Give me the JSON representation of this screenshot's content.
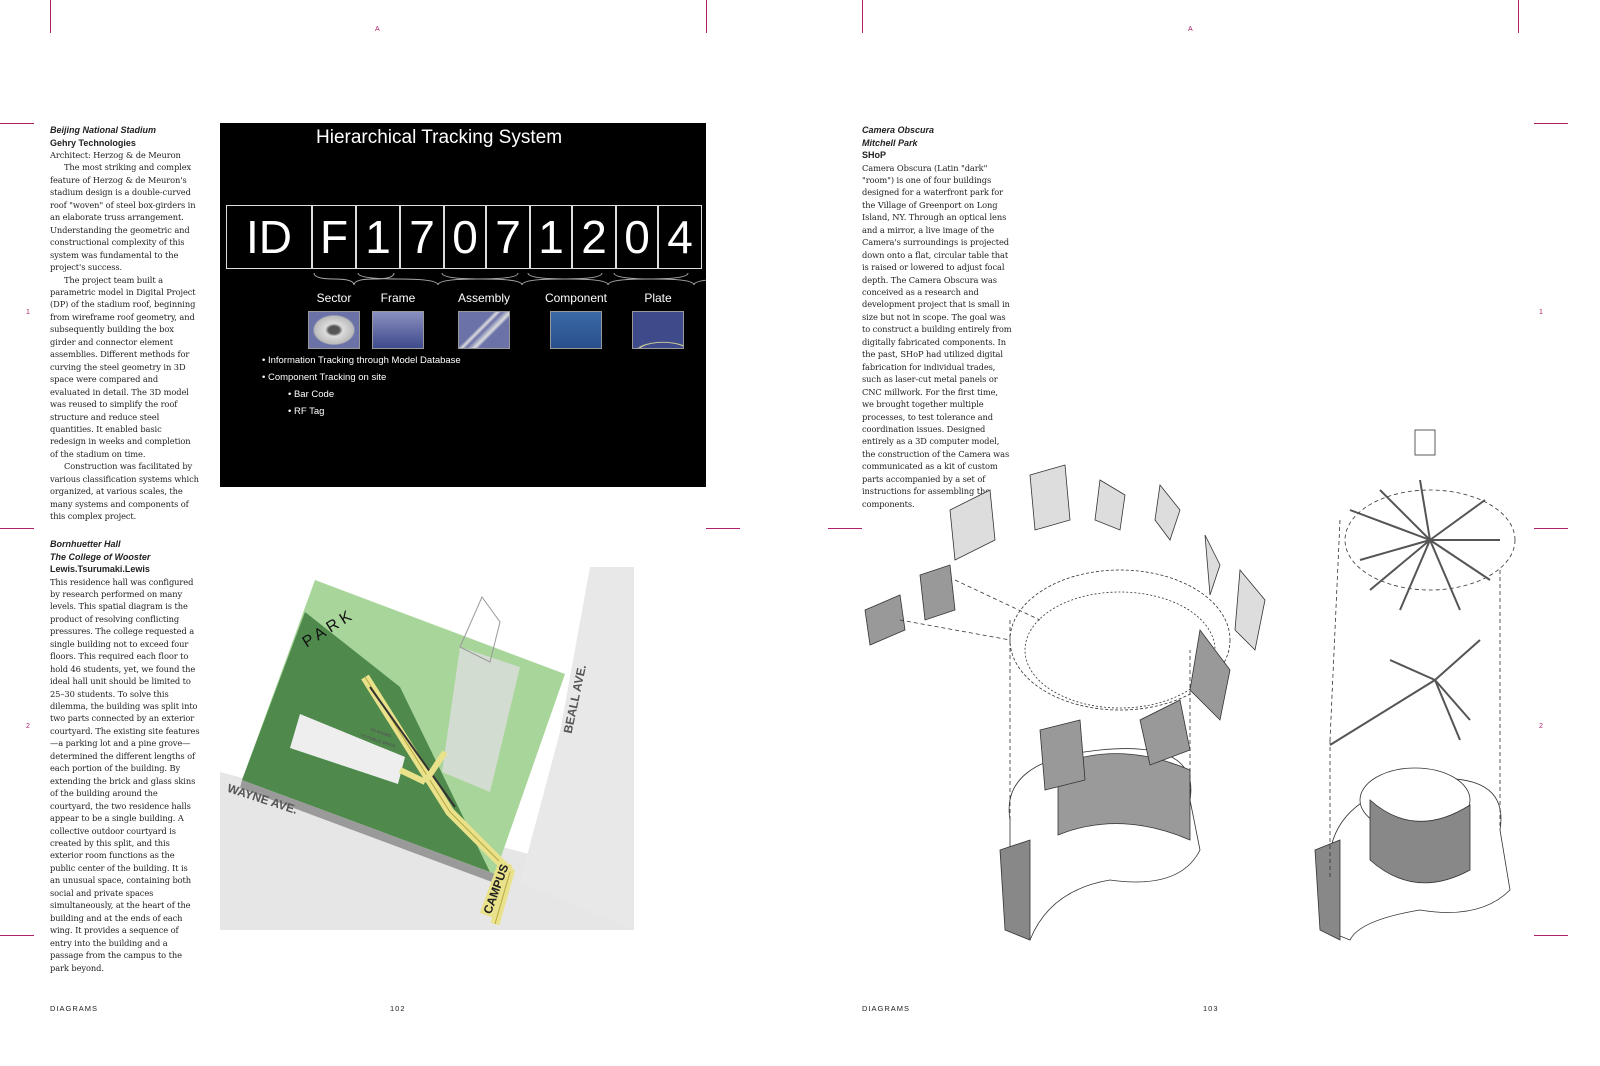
{
  "crop_letters": [
    "A",
    "A"
  ],
  "side_numbers": [
    "1",
    "2"
  ],
  "left_page": {
    "article1": {
      "title": "Beijing National Stadium",
      "firm": "Gehry Technologies",
      "architect": "Architect: Herzog & de Meuron",
      "paragraphs": [
        "The most striking and complex feature of Herzog & de Meuron's stadium design is a double-curved roof \"woven\" of steel box-girders in an elaborate truss arrangement. Understanding the geometric and constructional complexity of this system was fundamental to the project's success.",
        "The project team built a parametric model in Digital Project (DP) of the stadium roof, beginning from wireframe roof geometry, and subsequently building the box girder and connector element assemblies. Different methods for curving the steel geometry in 3D space were compared and evaluated in detail. The 3D model was reused to simplify the roof structure and reduce steel quantities. It enabled basic redesign in weeks and completion of the stadium on time.",
        "Construction was facilitated by various classification systems which organized, at various scales, the many systems and components of this complex project."
      ]
    },
    "slide": {
      "title": "Hierarchical Tracking System",
      "id_chars": [
        "ID",
        "F",
        "1",
        "7",
        "0",
        "7",
        "1",
        "2",
        "0",
        "4"
      ],
      "categories": [
        "Sector",
        "Frame",
        "Assembly",
        "Component",
        "Plate"
      ],
      "bullets": [
        "• Information Tracking through Model Database",
        "• Component Tracking on site",
        "• Bar Code",
        "• RF Tag"
      ]
    },
    "article2": {
      "title": "Bornhuetter Hall",
      "subtitle": "The College of Wooster",
      "firm": "Lewis.Tsurumaki.Lewis",
      "body": "This residence hall was configured by research performed on many levels. This spatial diagram is the product of resolving conflicting pressures. The college requested a single building not to exceed four floors. This required each floor to hold 46 students, yet, we found the ideal hall unit should be limited to 25–30 students. To solve this dilemma, the building was split into two parts connected by an exterior courtyard. The existing site features—a parking lot and a pine grove—determined the different lengths of each portion of the building. By extending the brick and glass skins of the building around the courtyard, the two residence halls appear to be a single building. A collective outdoor courtyard is created by this split, and this exterior room functions as the public center of the building. It is an unusual space, containing both social and private spaces simultaneously, at the heart of the building and at the ends of each wing. It provides a sequence of entry into the building and a passage from the campus to the park beyond."
    },
    "map": {
      "labels": {
        "park": "PARK",
        "wayne": "WAYNE AVE.",
        "beall": "BEALL AVE.",
        "campus": "CAMPUS",
        "rooms": "TO ROOMS",
        "public": "TO PUBLIC SPACE"
      }
    },
    "footer": {
      "section": "DIAGRAMS",
      "page": "102"
    }
  },
  "right_page": {
    "article": {
      "title": "Camera Obscura",
      "subtitle": "Mitchell Park",
      "firm": "SHoP",
      "body": "Camera Obscura (Latin \"dark\" \"room\") is one of four buildings designed for a waterfront park for the Village of Greenport on Long Island, NY. Through an optical lens and a mirror, a live image of the Camera's surroundings is projected down onto a flat, circular table that is raised or lowered to adjust focal depth. The Camera Obscura was conceived as a research and development project that is small in size but not in scope. The goal was to construct a building entirely from digitally fabricated components. In the past, SHoP had utilized digital fabrication for individual trades, such as laser-cut metal panels or CNC millwork. For the first time, we brought together multiple processes, to test tolerance and coordination issues. Designed entirely as a 3D computer model, the construction of the Camera was communicated as a kit of custom parts accompanied by a set of instructions for assembling the components."
    },
    "footer": {
      "section": "DIAGRAMS",
      "page": "103"
    }
  },
  "colors": {
    "crop": "#b0206a",
    "park_light": "#9fd08f",
    "park_dark": "#4f8a4c",
    "path": "#e9e28a"
  }
}
